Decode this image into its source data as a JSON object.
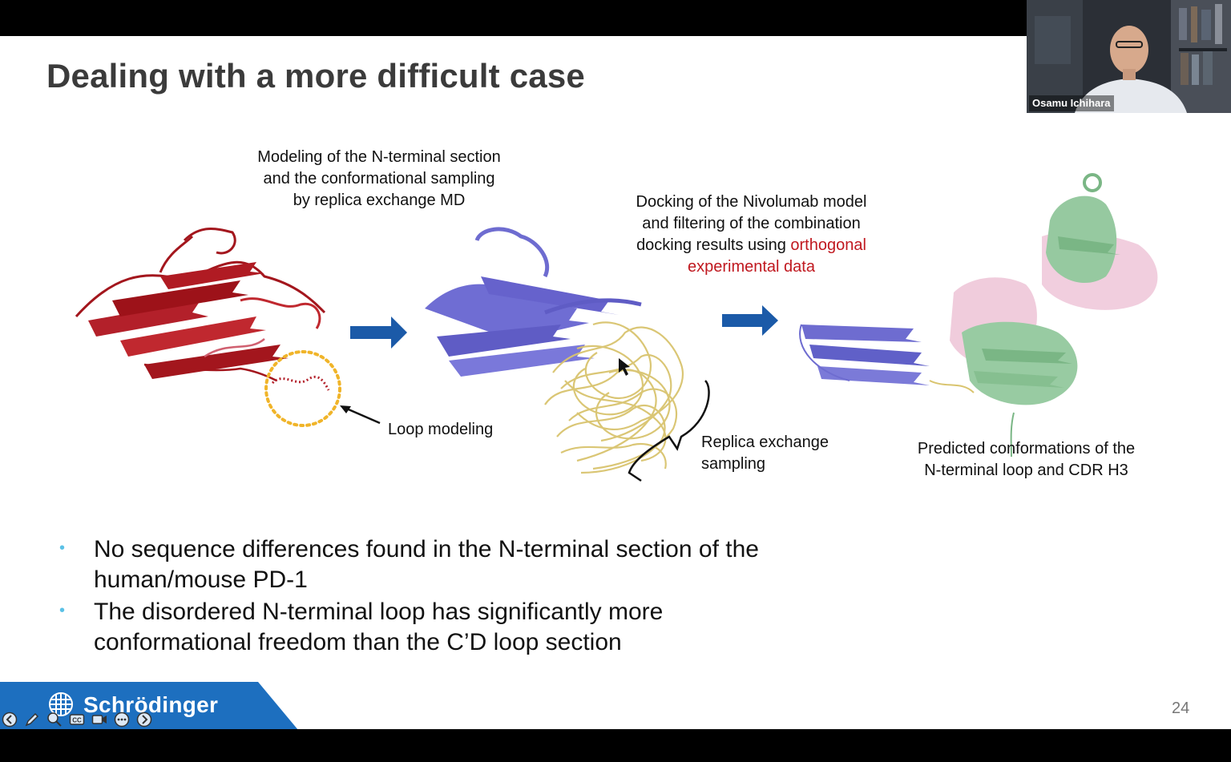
{
  "slide": {
    "title": "Dealing with a more difficult case",
    "captions": {
      "modeling": [
        "Modeling of the N-terminal section",
        "and the conformational sampling",
        "by replica exchange MD"
      ],
      "docking_line1": "Docking of the Nivolumab model",
      "docking_line2": "and filtering of the combination",
      "docking_line3_prefix": "docking results using ",
      "docking_line3_red": "orthogonal",
      "docking_line4_red": "experimental data",
      "loop_modeling": "Loop modeling",
      "replica_line1": "Replica exchange",
      "replica_line2": "sampling",
      "predicted_line1": "Predicted conformations of the",
      "predicted_line2": "N-terminal loop and CDR H3"
    },
    "bullets": [
      {
        "line1": "No sequence differences found in the N-terminal section of the",
        "line2": "human/mouse PD-1"
      },
      {
        "line1": "The disordered N-terminal loop has significantly more",
        "line2": "conformational freedom than the C’D loop section"
      }
    ],
    "page_number": "24",
    "brand": "Schrödinger"
  },
  "webcam": {
    "participant_name": "Osamu Ichihara"
  },
  "colors": {
    "title": "#3b3b3b",
    "accent_red": "#c0181f",
    "protein_red": "#a3161d",
    "protein_blue": "#6e6cd0",
    "ensemble_yellow": "#d9c46e",
    "protein_pink": "#e8b9cf",
    "protein_green": "#96c9a0",
    "arrow_blue": "#1b5aa8",
    "bullet": "#5bc1e6",
    "brand_blue": "#1d6fbf"
  },
  "icons": [
    "previous-icon",
    "pen-icon",
    "zoom-icon",
    "captions-icon",
    "camera-icon",
    "more-icon",
    "next-icon",
    "brand-logo-icon"
  ]
}
